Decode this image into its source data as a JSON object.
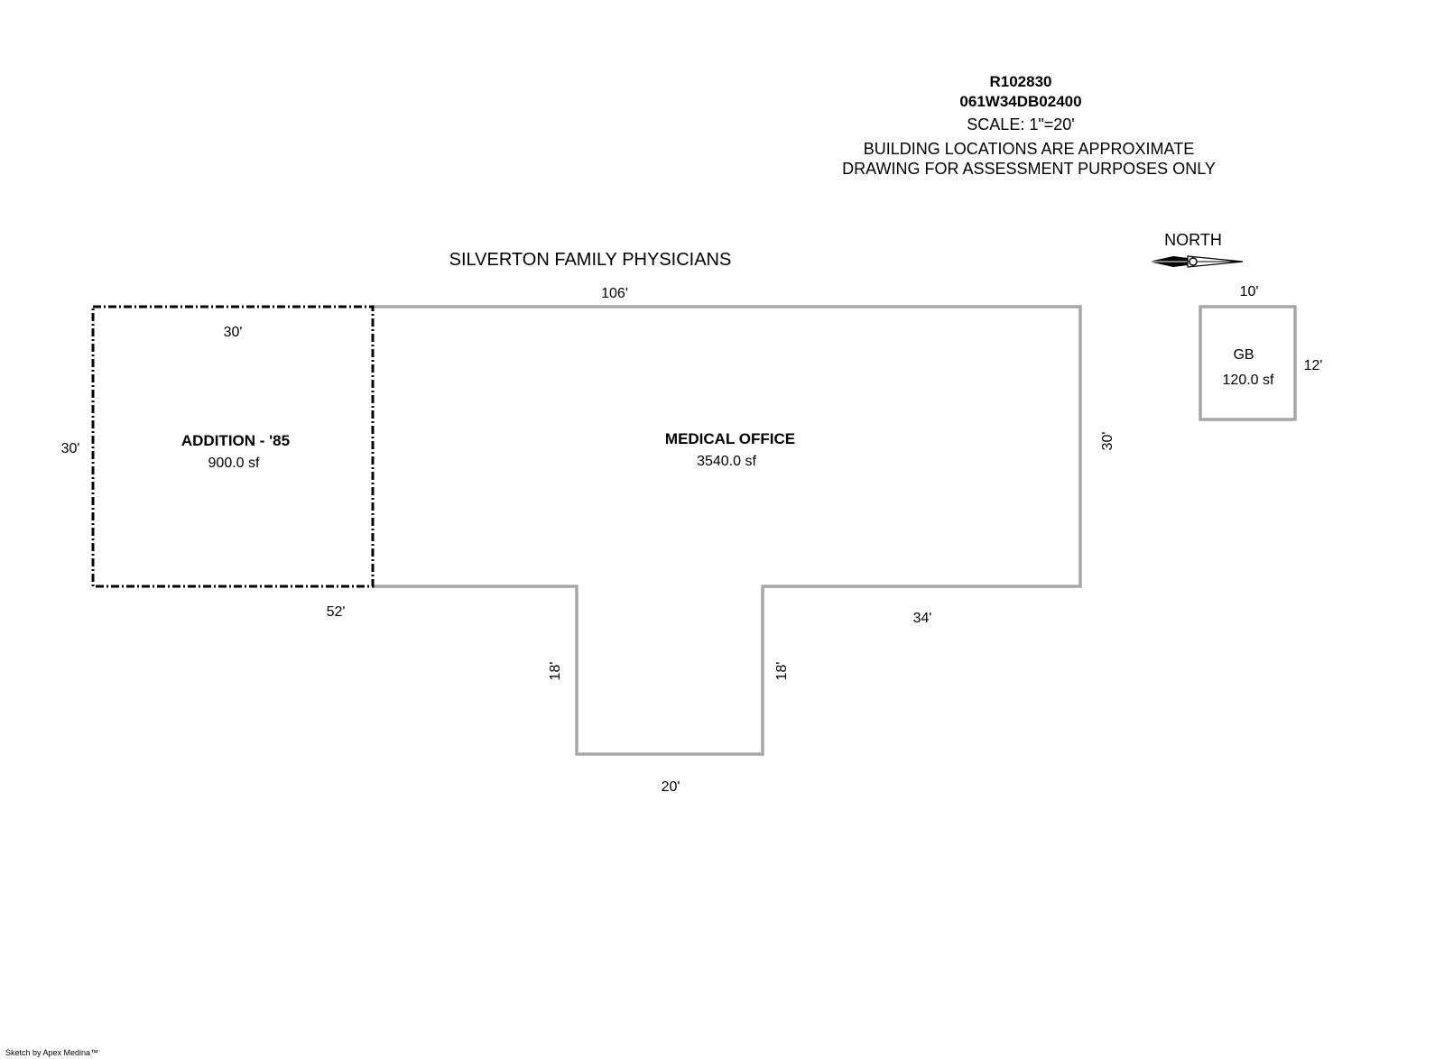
{
  "header": {
    "account": "R102830",
    "map_tax_lot": "061W34DB02400",
    "scale": "SCALE: 1\"=20'",
    "note_line1": "BUILDING LOCATIONS ARE APPROXIMATE",
    "note_line2": "DRAWING FOR ASSESSMENT PURPOSES ONLY"
  },
  "title": "SILVERTON FAMILY PHYSICIANS",
  "north_arrow": {
    "label": "NORTH",
    "icon": "north-arrow-icon",
    "direction": "right"
  },
  "areas": {
    "addition": {
      "name": "ADDITION - '85",
      "area": "900.0 sf",
      "style": "dash-dot"
    },
    "medical_office": {
      "name": "MEDICAL OFFICE",
      "area": "3540.0 sf",
      "style": "solid"
    },
    "garage": {
      "name": "GB",
      "area": "120.0 sf",
      "style": "solid"
    }
  },
  "dimensions": {
    "addition_top": "30'",
    "addition_left": "30'",
    "office_top": "106'",
    "office_right": "30'",
    "bottom_left": "52'",
    "bottom_right": "34'",
    "wing_left": "18'",
    "wing_right": "18'",
    "wing_bottom": "20'",
    "garage_top": "10'",
    "garage_right": "12'"
  },
  "colors": {
    "wall": "#a6a6a6",
    "addition_outline": "#000000",
    "text": "#000000"
  },
  "footer": {
    "credit": "Sketch by Apex Medina™"
  }
}
